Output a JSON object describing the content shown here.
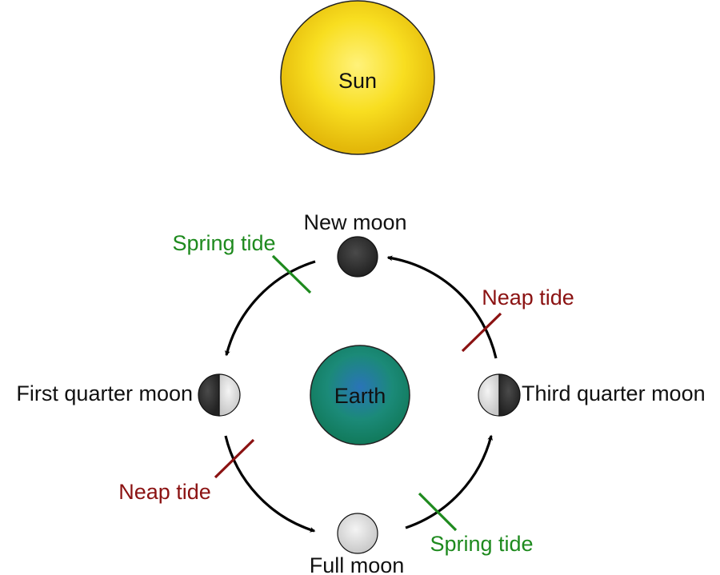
{
  "labels": {
    "sun": "Sun",
    "earth": "Earth",
    "new_moon": "New moon",
    "first_quarter_moon": "First quarter moon",
    "third_quarter_moon": "Third quarter moon",
    "full_moon": "Full moon"
  },
  "tides": {
    "spring_top_left": "Spring tide",
    "neap_top_right": "Neap tide",
    "neap_bottom_left": "Neap tide",
    "spring_bottom_right": "Spring tide"
  },
  "colors": {
    "sun": "#f7dc1e",
    "earth": "#1a8a70",
    "spring_tide": "#1e8a1e",
    "neap_tide": "#8b1212",
    "dark_moon": "#333333",
    "light_moon": "#e8e8e8"
  }
}
